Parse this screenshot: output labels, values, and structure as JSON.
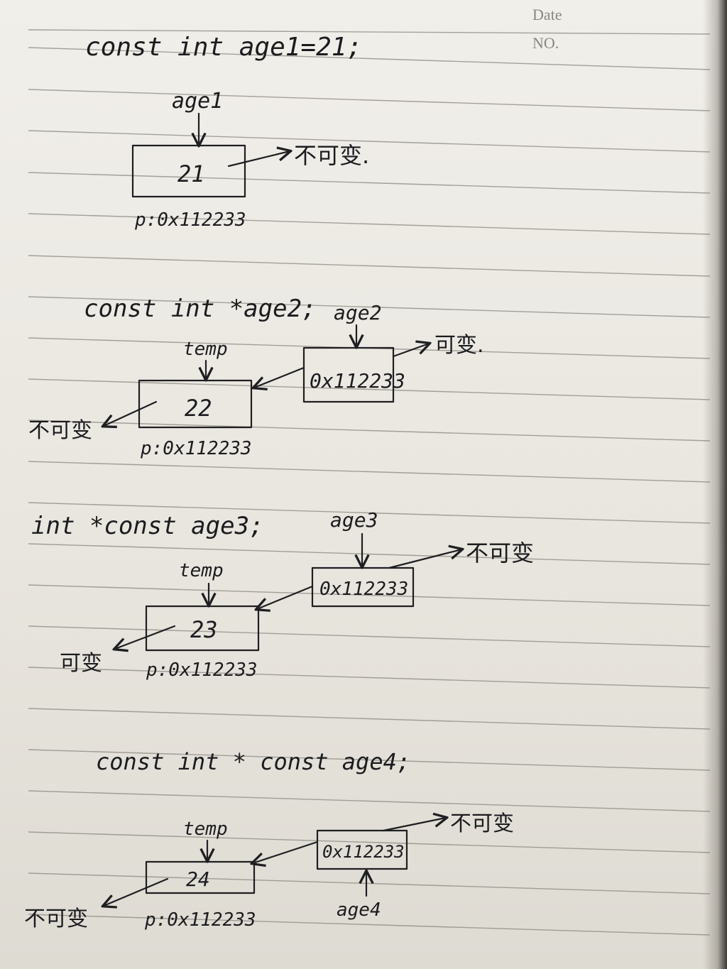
{
  "header": {
    "date_label": "Date",
    "no_label": "NO."
  },
  "section1": {
    "declaration": "const int age1=21;",
    "variable_label": "age1",
    "value": "21",
    "address": "p:0x112233",
    "note": "不可变."
  },
  "section2": {
    "declaration": "const int *age2;",
    "pointer_label": "age2",
    "temp_label": "temp",
    "pointer_value": "0x112233",
    "value": "22",
    "address": "p:0x112233",
    "pointer_note": "可变.",
    "value_note": "不可变"
  },
  "section3": {
    "declaration": "int *const age3;",
    "pointer_label": "age3",
    "temp_label": "temp",
    "pointer_value": "0x112233",
    "value": "23",
    "address": "p:0x112233",
    "pointer_note": "不可变",
    "value_note": "可变"
  },
  "section4": {
    "declaration": "const int * const age4;",
    "pointer_label": "age4",
    "temp_label": "temp",
    "pointer_value": "0x112233",
    "value": "24",
    "address": "p:0x112233",
    "pointer_note": "不可变",
    "value_note": "不可变"
  }
}
